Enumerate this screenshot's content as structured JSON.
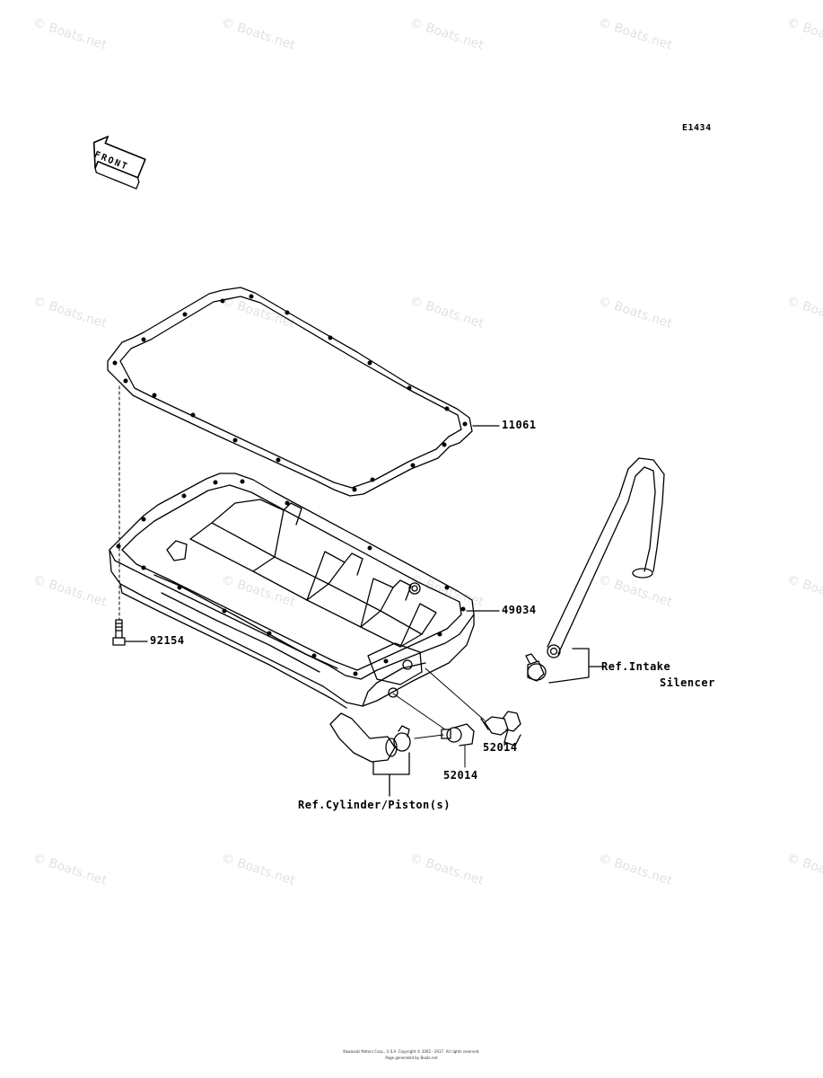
{
  "diagram_code": "E1434",
  "front_label": "FRONT",
  "labels": {
    "gasket": "11061",
    "oil_pan": "49034",
    "bolt": "92154",
    "fitting_right": "52014",
    "fitting_left": "52014",
    "ref_intake_line1": "Ref.Intake",
    "ref_intake_line2": "Silencer",
    "ref_cylinder": "Ref.Cylinder/Piston(s)"
  },
  "watermark": "© Boats.net",
  "footer": {
    "line1": "Kawasaki Motors Corp., U.S.A. Copyright © 2002 - 2017. All rights reserved.",
    "line2": "Page generated by Boats.net"
  }
}
